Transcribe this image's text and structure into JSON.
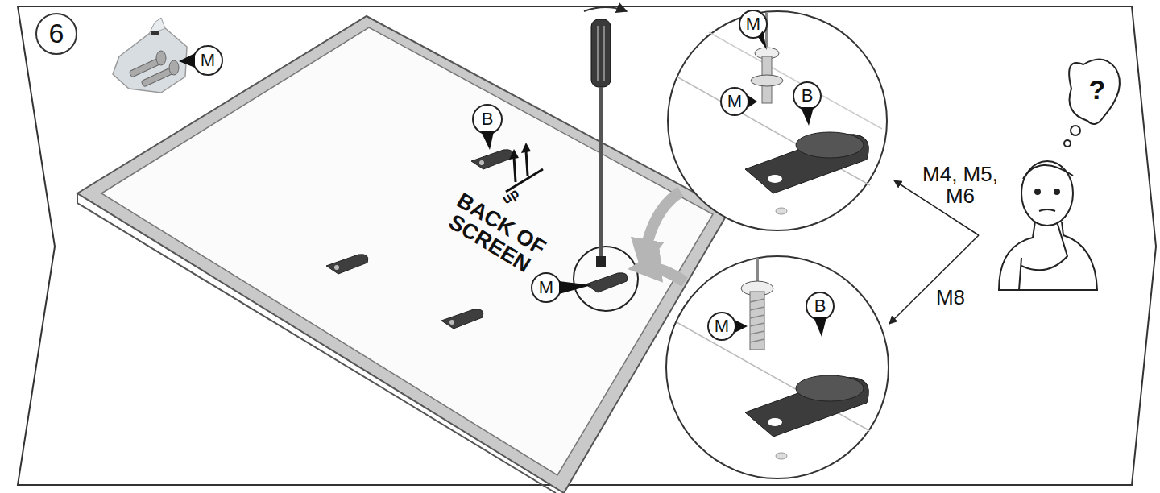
{
  "diagram": {
    "labels": [
      "6",
      "M",
      "B",
      "up",
      "BACK OF SCREEN",
      "M",
      "M",
      "M",
      "B",
      "M4, M5, M6",
      "M8",
      "M",
      "B",
      "?"
    ]
  }
}
